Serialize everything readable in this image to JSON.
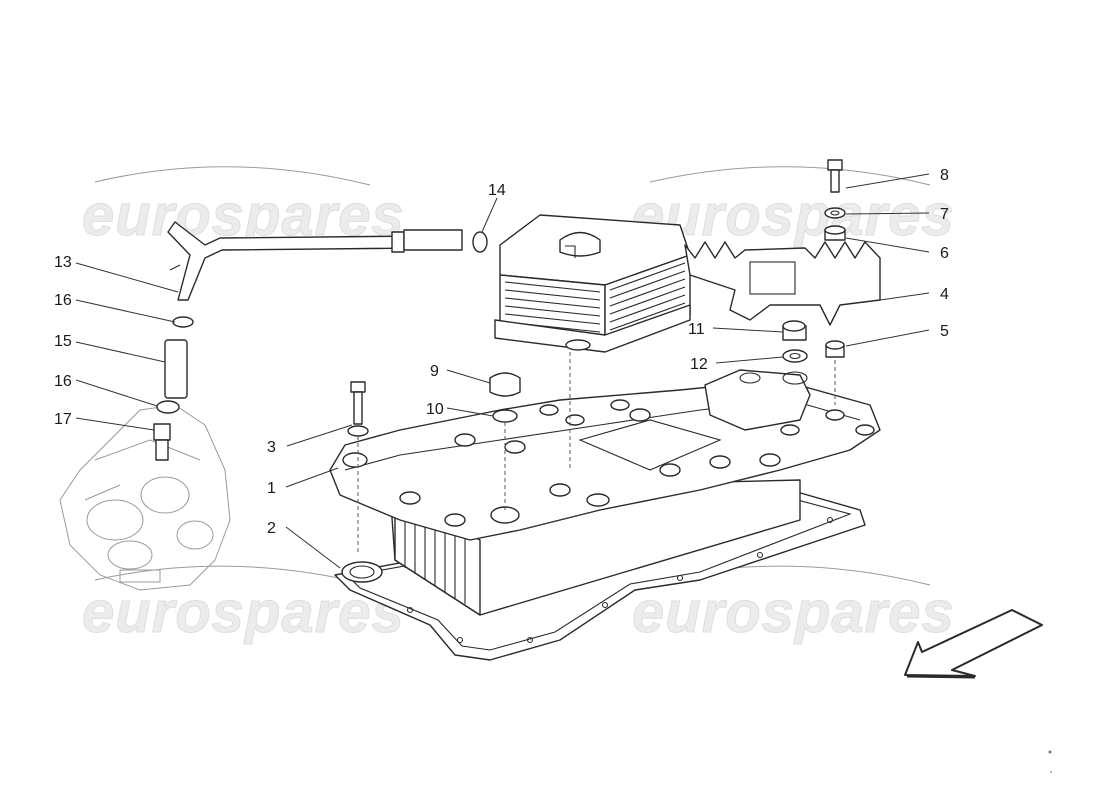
{
  "watermarks": [
    "eurospares",
    "eurospares",
    "eurospares",
    "eurospares"
  ],
  "callouts": [
    {
      "id": "1",
      "label": "1"
    },
    {
      "id": "2",
      "label": "2"
    },
    {
      "id": "3",
      "label": "3"
    },
    {
      "id": "4",
      "label": "4"
    },
    {
      "id": "5",
      "label": "5"
    },
    {
      "id": "6",
      "label": "6"
    },
    {
      "id": "7",
      "label": "7"
    },
    {
      "id": "8",
      "label": "8"
    },
    {
      "id": "9",
      "label": "9"
    },
    {
      "id": "10",
      "label": "10"
    },
    {
      "id": "11",
      "label": "11"
    },
    {
      "id": "12",
      "label": "12"
    },
    {
      "id": "13",
      "label": "13"
    },
    {
      "id": "14",
      "label": "14"
    },
    {
      "id": "15",
      "label": "15"
    },
    {
      "id": "16a",
      "label": "16"
    },
    {
      "id": "16b",
      "label": "16"
    },
    {
      "id": "17",
      "label": "17"
    }
  ],
  "direction_arrow": {
    "icon": "direction-arrow-icon"
  }
}
